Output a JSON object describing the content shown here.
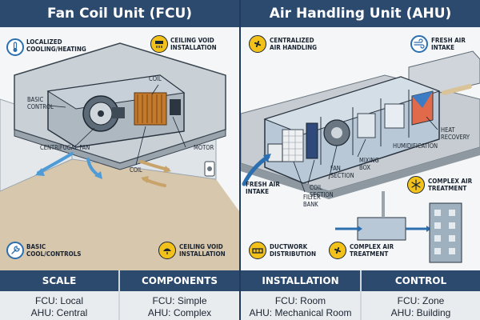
{
  "fcu": {
    "title": "Fan Coil Unit (FCU)",
    "labels": {
      "localized": "LOCALIZED\nCOOLING/HEATING",
      "ceiling_top": "CEILING VOID\nINSTALLATION",
      "coil_top": "COIL",
      "basic_control": "BASIC\nCONTROL",
      "centrifugal_fan": "CENTRIFUGAL FAN",
      "motor": "MOTOR",
      "coil_bottom": "COIL",
      "basic_cool": "BASIC\nCOOL/CONTROLS",
      "ceiling_bottom": "CEILING VOID\nINSTALLATION"
    }
  },
  "ahu": {
    "title": "Air Handling Unit (AHU)",
    "labels": {
      "centralized": "CENTRALIZED\nAIR HANDLING",
      "fresh_air_top": "FRESH AIR\nINTAKE",
      "heat_recovery": "HEAT\nRECOVERY",
      "humidification": "HUMIDIFICATION",
      "mixing_box": "MIXING\nBOX",
      "fan_section": "FAN\nSECTION",
      "coil_section": "COIL\nSECTION",
      "filter_bank": "FILTER\nBANK",
      "fresh_air_intake": "FRESH AIR\nINTAKE",
      "complex_treatment_right": "COMPLEX AIR\nTREATMENT",
      "ductwork": "DUCTWORK\nDISTRIBUTION",
      "complex_treatment_bottom": "COMPLEX AIR\nTREATMENT"
    }
  },
  "comparison": [
    {
      "heading": "SCALE",
      "fcu": "FCU: Local",
      "ahu": "AHU: Central"
    },
    {
      "heading": "COMPONENTS",
      "fcu": "FCU: Simple",
      "ahu": "AHU: Complex"
    },
    {
      "heading": "INSTALLATION",
      "fcu": "FCU: Room",
      "ahu": "AHU: Mechanical Room"
    },
    {
      "heading": "CONTROL",
      "fcu": "FCU: Zone",
      "ahu": "AHU: Building"
    }
  ],
  "colors": {
    "header": "#2c4a6e",
    "accent_yellow": "#f2c21b",
    "accent_blue": "#2b6fb0",
    "cool_air": "#4f9bd6",
    "warm_air": "#c9a46a"
  },
  "icons": [
    "thermometer-icon",
    "vent-icon",
    "wrench-icon",
    "fan-icon",
    "wind-icon",
    "snowflake-icon",
    "duct-icon",
    "lamp-icon",
    "building-icon"
  ]
}
